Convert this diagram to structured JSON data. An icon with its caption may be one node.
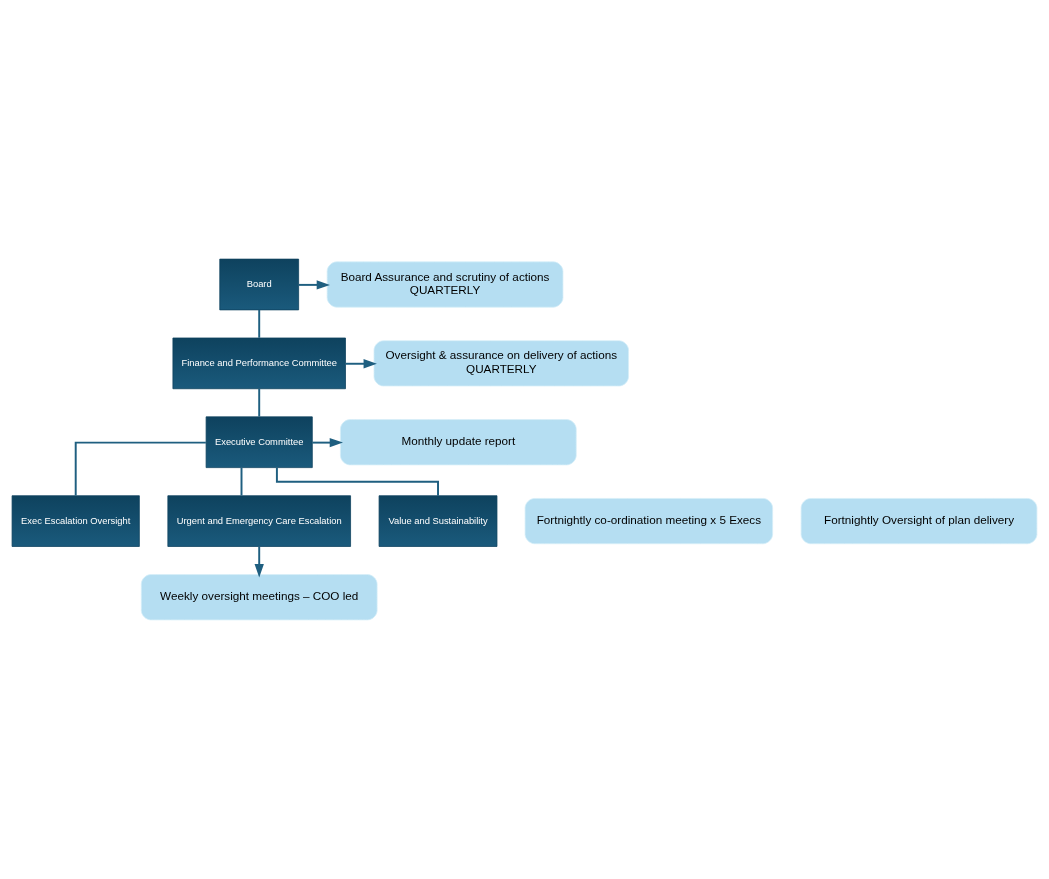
{
  "diagram": {
    "nodes": [
      {
        "text": [
          "Board"
        ]
      },
      {
        "text": [
          "Board Assurance and scrutiny of actions",
          "QUARTERLY"
        ]
      },
      {
        "text": [
          "Finance and Performance Committee"
        ]
      },
      {
        "text": [
          "Oversight & assurance on delivery of actions",
          "QUARTERLY"
        ]
      },
      {
        "text": [
          "Executive Committee"
        ]
      },
      {
        "text": [
          "Monthly update report"
        ]
      },
      {
        "text": [
          "Exec Escalation Oversight"
        ]
      },
      {
        "text": [
          "Fortnightly co-ordination meeting x 5 Execs"
        ]
      },
      {
        "text": [
          "Urgent and Emergency Care Escalation"
        ]
      },
      {
        "text": [
          "Value and Sustainability"
        ]
      },
      {
        "text": [
          "Fortnightly Oversight of plan delivery"
        ]
      },
      {
        "text": [
          "Weekly oversight meetings – COO led"
        ]
      }
    ],
    "edges": [
      {
        "from": 0,
        "to": 1,
        "arrow": "to"
      },
      {
        "from": 0,
        "to": 2,
        "arrow": "none"
      },
      {
        "from": 2,
        "to": 3,
        "arrow": "to"
      },
      {
        "from": 2,
        "to": 4,
        "arrow": "none"
      },
      {
        "from": 4,
        "to": 5,
        "arrow": "to"
      },
      {
        "from": 4,
        "to": 6,
        "arrow": "none"
      },
      {
        "from": 4,
        "to": 9,
        "arrow": "none"
      },
      {
        "from": 4,
        "to": 8,
        "arrow": "none"
      },
      {
        "from": 8,
        "to": 11,
        "arrow": "to"
      }
    ]
  }
}
